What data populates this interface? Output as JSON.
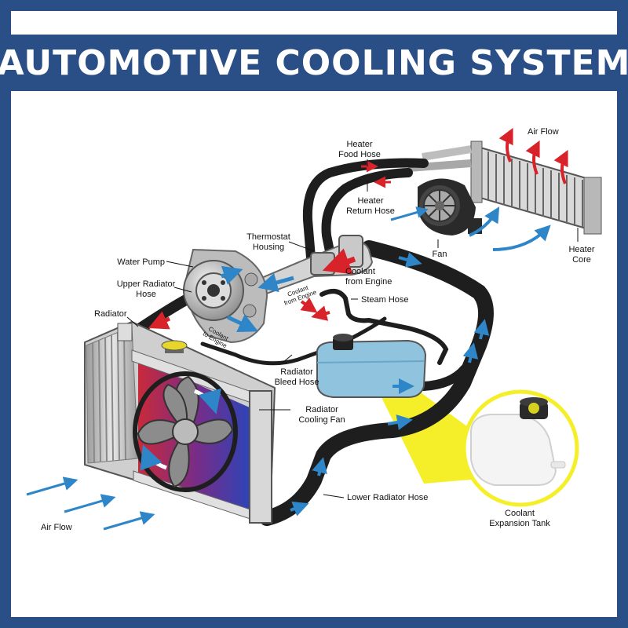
{
  "title": "AUTOMOTIVE COOLING SYSTEM",
  "colors": {
    "frame": "#2a4f86",
    "hose": "#1e1e1e",
    "hot": "#d8232a",
    "cold": "#2e86c8",
    "tank_fluid": "#8fc3de",
    "callout": "#f5ef2a"
  },
  "labels": {
    "heater_food_hose": "Heater\nFood Hose",
    "air_flow_top": "Air Flow",
    "heater_return_hose": "Heater\nReturn Hose",
    "thermostat_housing": "Thermostat\nHousing",
    "water_pump": "Water Pump",
    "fan": "Fan",
    "heater_core": "Heater\nCore",
    "coolant_from_engine": "Coolant\nfrom Engine",
    "upper_radiator_hose": "Upper Radiator\nHose",
    "coolant_from_engine_small": "Coolant\nfrom Engine",
    "steam_hose": "Steam Hose",
    "radiator": "Radiator",
    "coolant_to_engine": "Coolant\nto Engine",
    "radiator_bleed_hose": "Radiator\nBleed Hose",
    "radiator_cooling_fan": "Radiator\nCooling Fan",
    "lower_radiator_hose": "Lower Radiator Hose",
    "coolant_expansion_tank": "Coolant\nExpansion Tank",
    "air_flow_bottom": "Air Flow"
  }
}
